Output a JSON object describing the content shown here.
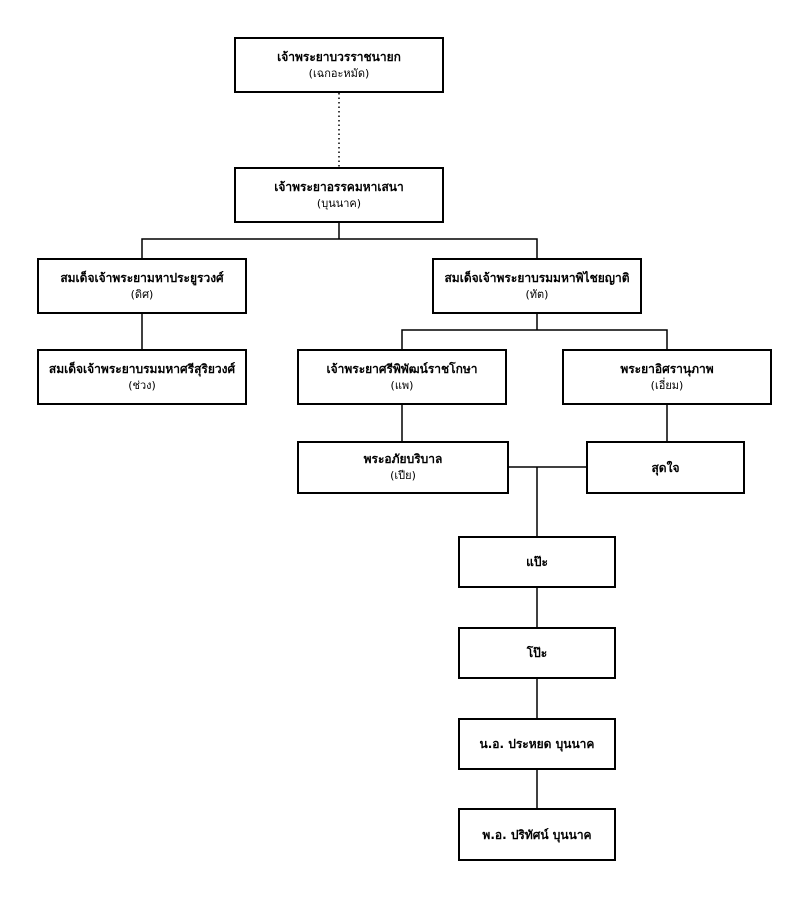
{
  "nodes": {
    "n1": {
      "name": "เจ้าพระยาบวรราชนายก",
      "sub": "(เฉกอะหมัด)"
    },
    "n2": {
      "name": "เจ้าพระยาอรรคมหาเสนา",
      "sub": "(บุนนาค)"
    },
    "n3": {
      "name": "สมเด็จเจ้าพระยามหาประยูรวงศ์",
      "sub": "(ดิศ)"
    },
    "n4": {
      "name": "สมเด็จเจ้าพระยาบรมมหาพิไชยญาติ",
      "sub": "(ทัต)"
    },
    "n5": {
      "name": "สมเด็จเจ้าพระยาบรมมหาศรีสุริยวงศ์",
      "sub": "(ช่วง)"
    },
    "n6": {
      "name": "เจ้าพระยาศรีพิพัฒน์ราชโกษา",
      "sub": "(แพ)"
    },
    "n7": {
      "name": "พระยาอิศรานุภาพ",
      "sub": "(เอี่ยม)"
    },
    "n8": {
      "name": "พระอภัยบริบาล",
      "sub": "(เปีย)"
    },
    "n9": {
      "name": "สุดใจ"
    },
    "n10": {
      "name": "แป๊ะ"
    },
    "n11": {
      "name": "โป๊ะ"
    },
    "n12": {
      "name": "น.อ. ประหยด บุนนาค"
    },
    "n13": {
      "name": "พ.อ. ปริทัศน์ บุนนาค"
    }
  }
}
